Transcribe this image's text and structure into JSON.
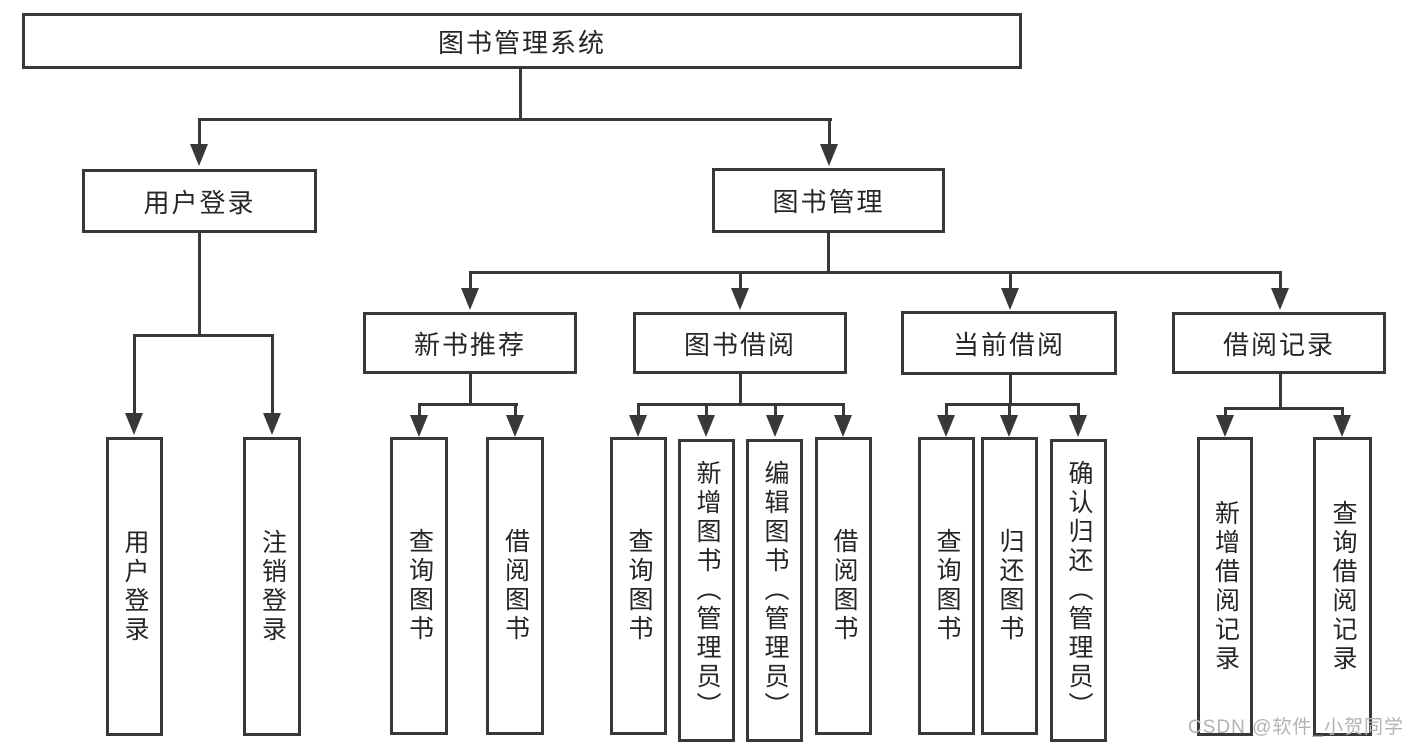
{
  "diagram": {
    "title": "图书管理系统",
    "login_branch": {
      "label": "用户登录",
      "children": [
        {
          "label": "用户登录"
        },
        {
          "label": "注销登录"
        }
      ]
    },
    "management_branch": {
      "label": "图书管理",
      "sections": [
        {
          "label": "新书推荐",
          "children": [
            {
              "label": "查询图书"
            },
            {
              "label": "借阅图书"
            }
          ]
        },
        {
          "label": "图书借阅",
          "children": [
            {
              "label": "查询图书"
            },
            {
              "label": "新增图书（管理员）"
            },
            {
              "label": "编辑图书（管理员）"
            },
            {
              "label": "借阅图书"
            }
          ]
        },
        {
          "label": "当前借阅",
          "children": [
            {
              "label": "查询图书"
            },
            {
              "label": "归还图书"
            },
            {
              "label": "确认归还（管理员）"
            }
          ]
        },
        {
          "label": "借阅记录",
          "children": [
            {
              "label": "新增借阅记录"
            },
            {
              "label": "查询借阅记录"
            }
          ]
        }
      ]
    }
  },
  "watermark": "CSDN @软件_小贺同学",
  "colors": {
    "line": "#383838",
    "border": "#383838",
    "text": "#262626",
    "watermark": "#b3b3b3",
    "background": "#ffffff"
  }
}
